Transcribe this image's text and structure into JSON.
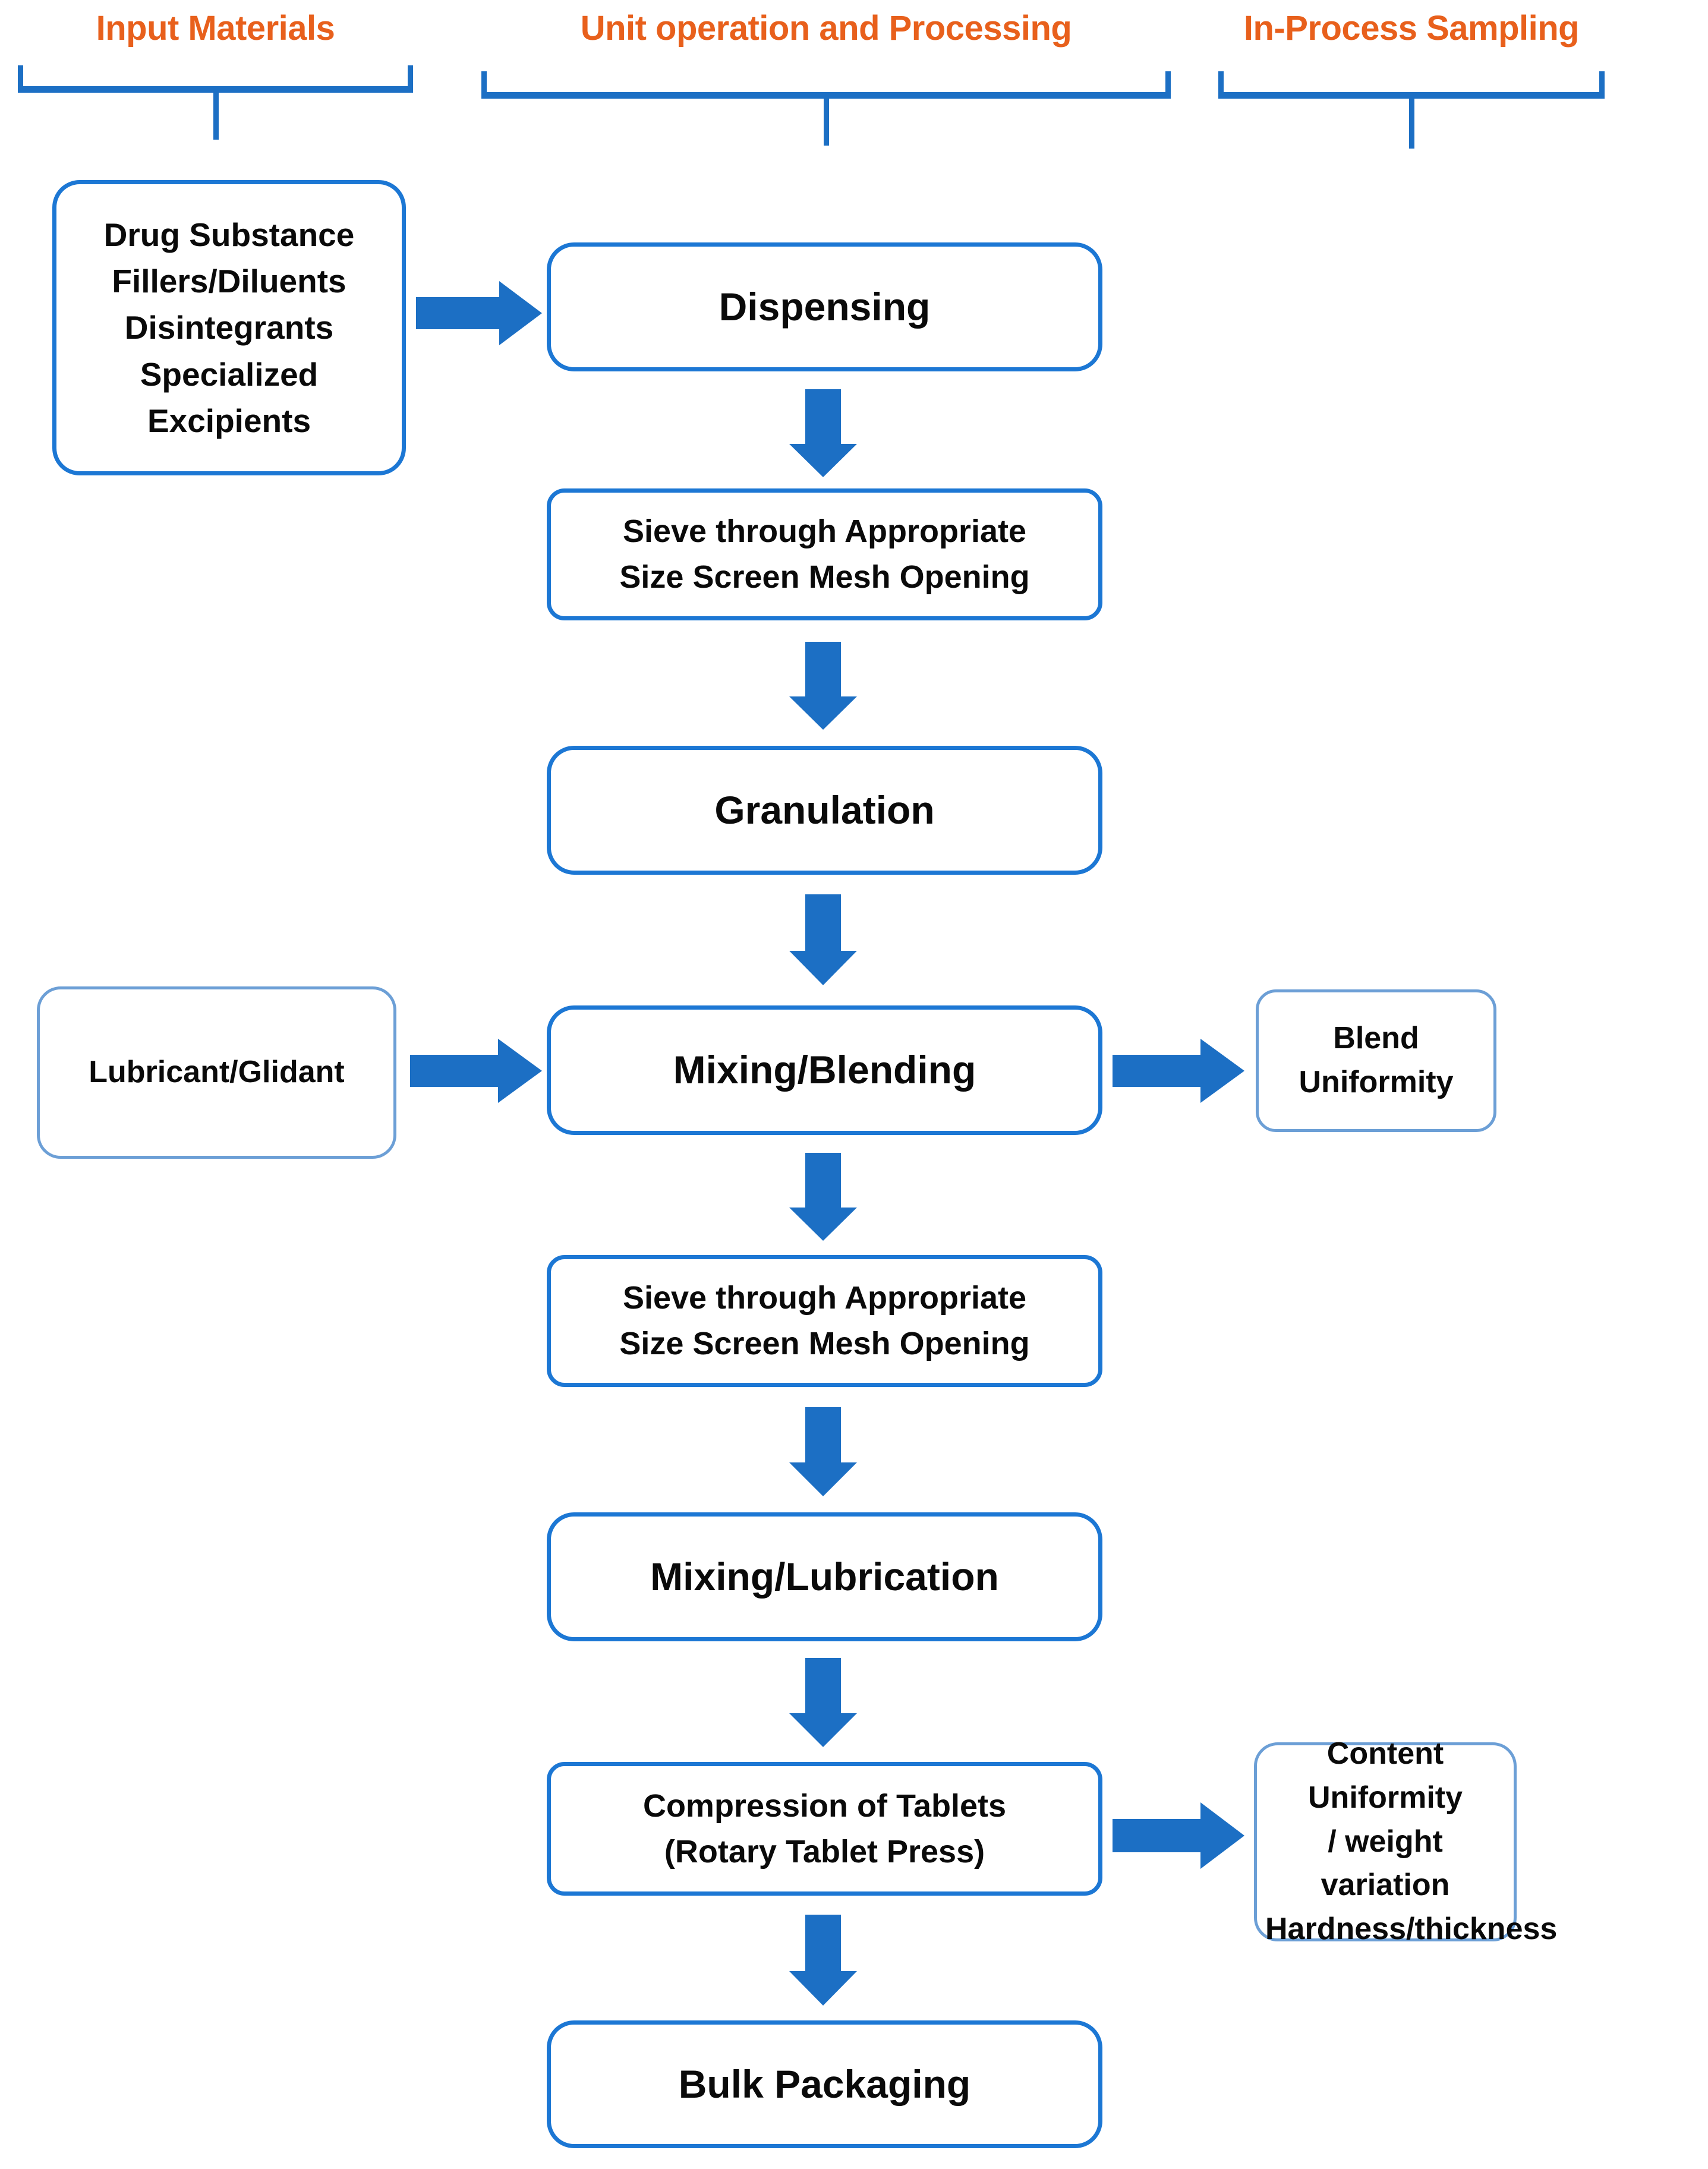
{
  "diagram": {
    "title": "Tablet Manufacturing Unit Operations Flowchart",
    "accent_blue": "#1C77D4",
    "soft_blue": "#6C9FD6",
    "header_orange": "#E8601C",
    "text_color": "#0a0a0a"
  },
  "headers": [
    {
      "label": "Input Materials",
      "icon": "bracket-down-icon"
    },
    {
      "label": "Unit operation and Processing",
      "icon": "bracket-down-icon"
    },
    {
      "label": "In-Process Sampling",
      "icon": "bracket-down-icon"
    }
  ],
  "inputs": [
    {
      "name": "input-materials-box",
      "lines": [
        "Drug Substance",
        "Fillers/Diluents",
        "Disintegrants",
        "Specialized",
        "Excipients"
      ]
    },
    {
      "name": "lubricant-glidant-box",
      "lines": [
        "Lubricant/Glidant"
      ]
    }
  ],
  "process_steps": [
    {
      "name": "dispensing",
      "lines": [
        "Dispensing"
      ]
    },
    {
      "name": "sieve-1",
      "lines": [
        "Sieve through Appropriate",
        "Size Screen Mesh Opening"
      ]
    },
    {
      "name": "granulation",
      "lines": [
        "Granulation"
      ]
    },
    {
      "name": "mixing-blending",
      "lines": [
        "Mixing/Blending"
      ]
    },
    {
      "name": "sieve-2",
      "lines": [
        "Sieve through Appropriate",
        "Size Screen Mesh Opening"
      ]
    },
    {
      "name": "mixing-lubrication",
      "lines": [
        "Mixing/Lubrication"
      ]
    },
    {
      "name": "compression",
      "lines": [
        "Compression of Tablets",
        "(Rotary Tablet Press)"
      ]
    },
    {
      "name": "bulk-packaging",
      "lines": [
        "Bulk Packaging"
      ]
    }
  ],
  "sampling": [
    {
      "name": "blend-uniformity",
      "lines": [
        "Blend Uniformity"
      ]
    },
    {
      "name": "content-uniformity",
      "lines": [
        "Content Uniformity",
        "/ weight variation",
        "Hardness/thickness"
      ]
    }
  ],
  "arrows": {
    "right_icon": "arrow-right-icon",
    "down_icon": "arrow-down-icon",
    "down_connectors": [
      "dispensing-to-sieve-1",
      "sieve-1-to-granulation",
      "granulation-to-mixing-blending",
      "mixing-blending-to-sieve-2",
      "sieve-2-to-mixing-lubrication",
      "mixing-lubrication-to-compression",
      "compression-to-bulk-packaging"
    ],
    "right_connectors": [
      "input-materials-to-dispensing",
      "lubricant-glidant-to-mixing-blending",
      "mixing-blending-to-blend-uniformity",
      "compression-to-content-uniformity"
    ]
  }
}
